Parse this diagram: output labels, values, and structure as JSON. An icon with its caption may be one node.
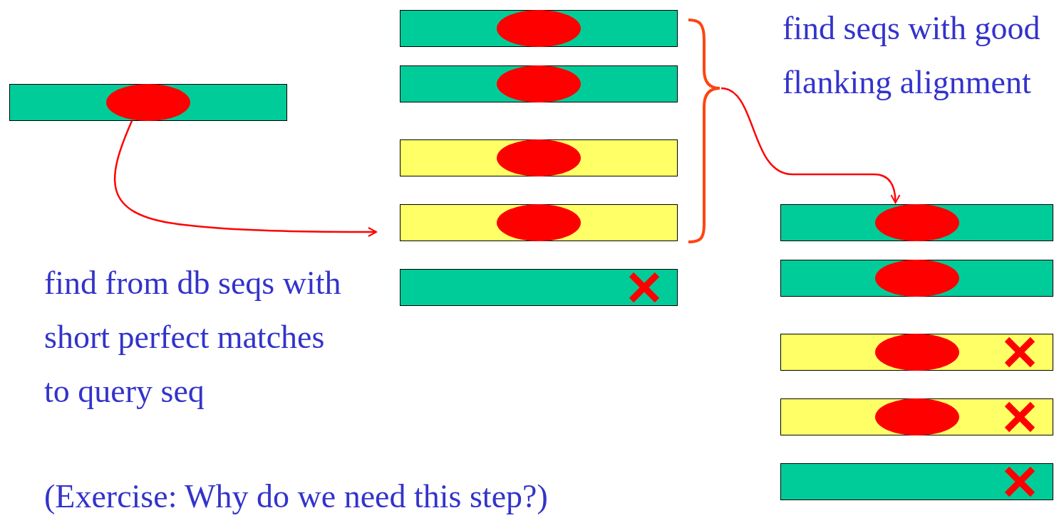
{
  "diagram": {
    "nodes": [
      {
        "text": [],
        "shape": "bar"
      },
      {
        "text": [],
        "shape": "bar"
      },
      {
        "text": [],
        "shape": "bar"
      },
      {
        "text": [],
        "shape": "bar"
      },
      {
        "text": [],
        "shape": "bar"
      },
      {
        "text": [],
        "shape": "bar"
      },
      {
        "text": [],
        "shape": "bracket"
      },
      {
        "text": [],
        "shape": "bar"
      },
      {
        "text": [],
        "shape": "bar"
      },
      {
        "text": [],
        "shape": "bar"
      },
      {
        "text": [],
        "shape": "bar"
      },
      {
        "text": [],
        "shape": "bar"
      }
    ],
    "edges": [
      {
        "from": 0,
        "to": 4,
        "arrow": "to"
      },
      {
        "from": 6,
        "to": 7,
        "arrow": "to"
      }
    ],
    "labels": [
      "find seqs with good flanking alignment",
      "find from db seqs with short perfect matches to query seq",
      "(Exercise: Why do we need this step?)"
    ]
  }
}
